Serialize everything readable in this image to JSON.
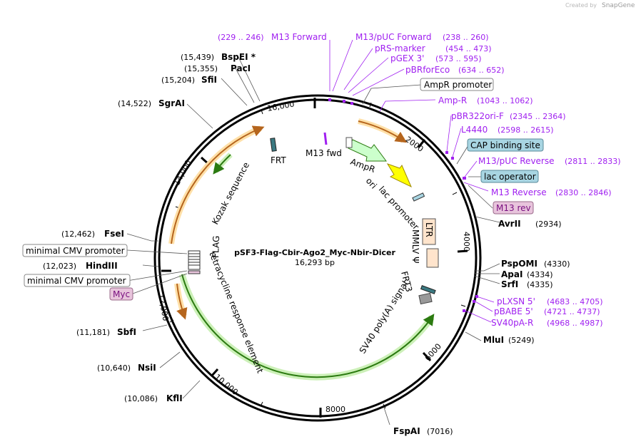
{
  "brand": {
    "created_by": "Created by",
    "name": "SnapGene"
  },
  "plasmid": {
    "name": "pSF3-Flag-Cbir-Ago2_Myc-Nbir-Dicer",
    "size": "16,293 bp"
  },
  "ticks": [
    "2000",
    "4000",
    "6000",
    "8000",
    "10,000",
    "12,000",
    "14,000",
    "16,000"
  ],
  "enzymes": [
    {
      "name": "BspEI *",
      "pos": "(15,439)"
    },
    {
      "name": "PacI",
      "pos": "(15,355)"
    },
    {
      "name": "SfiI",
      "pos": "(15,204)"
    },
    {
      "name": "SgrAI",
      "pos": "(14,522)"
    },
    {
      "name": "FseI",
      "pos": "(12,462)"
    },
    {
      "name": "HindIII",
      "pos": "(12,023)"
    },
    {
      "name": "SbfI",
      "pos": "(11,181)"
    },
    {
      "name": "NsiI",
      "pos": "(10,640)"
    },
    {
      "name": "KflI",
      "pos": "(10,086)"
    },
    {
      "name": "FspAI",
      "pos": "(7016)"
    },
    {
      "name": "MluI",
      "pos": "(5249)"
    },
    {
      "name": "PspOMI",
      "pos": "(4330)"
    },
    {
      "name": "ApaI",
      "pos": "(4334)"
    },
    {
      "name": "SrfI",
      "pos": "(4335)"
    },
    {
      "name": "AvrII",
      "pos": "(2934)"
    }
  ],
  "primers": [
    {
      "pos": "(229 .. 246)",
      "name": "M13 Forward"
    },
    {
      "name": "M13/pUC Forward",
      "pos": "(238 .. 260)"
    },
    {
      "name": "pRS-marker",
      "pos": "(454 .. 473)"
    },
    {
      "name": "pGEX 3'",
      "pos": "(573 .. 595)"
    },
    {
      "name": "pBRforEco",
      "pos": "(634 .. 652)"
    },
    {
      "name": "Amp-R",
      "pos": "(1043 .. 1062)"
    },
    {
      "name": "pBR322ori-F",
      "pos": "(2345 .. 2364)"
    },
    {
      "name": "L4440",
      "pos": "(2598 .. 2615)"
    },
    {
      "name": "M13/pUC Reverse",
      "pos": "(2811 .. 2833)"
    },
    {
      "name": "M13 Reverse",
      "pos": "(2830 .. 2846)"
    },
    {
      "name": "pLXSN 5'",
      "pos": "(4683 .. 4705)"
    },
    {
      "name": "pBABE 5'",
      "pos": "(4721 .. 4737)"
    },
    {
      "name": "SV40pA-R",
      "pos": "(4968 .. 4987)"
    }
  ],
  "boxed": {
    "ampr_promoter": "AmpR promoter",
    "cap_site": "CAP binding site",
    "lac_operator": "lac operator",
    "m13_rev": "M13 rev",
    "cmv1": "minimal CMV promoter",
    "cmv2": "minimal CMV promoter",
    "myc": "Myc"
  },
  "features": {
    "m13_fwd": "M13 fwd",
    "ampr": "AmpR",
    "ori": "ori",
    "lac_promoter": "lac promoter",
    "ltr": "LTR",
    "mmlv": "MMLV Ψ",
    "frt": "FRT",
    "frt3": "FRT3",
    "sv40": "SV40 poly(A) signal",
    "kozak": "Kozak sequence",
    "flag": "FLAG",
    "tre": "tetracycline response element"
  },
  "colors": {
    "primer": "#a020f0",
    "ampr_arrow": "#ccffcc",
    "ori_arrow": "#ffff00",
    "ltr_box": "#ffe4cc",
    "blue_box": "#a8d5e2",
    "pink_box": "#e8c4dc",
    "orange_arc": "#e89a2e",
    "green_arc": "#3a9a20"
  }
}
